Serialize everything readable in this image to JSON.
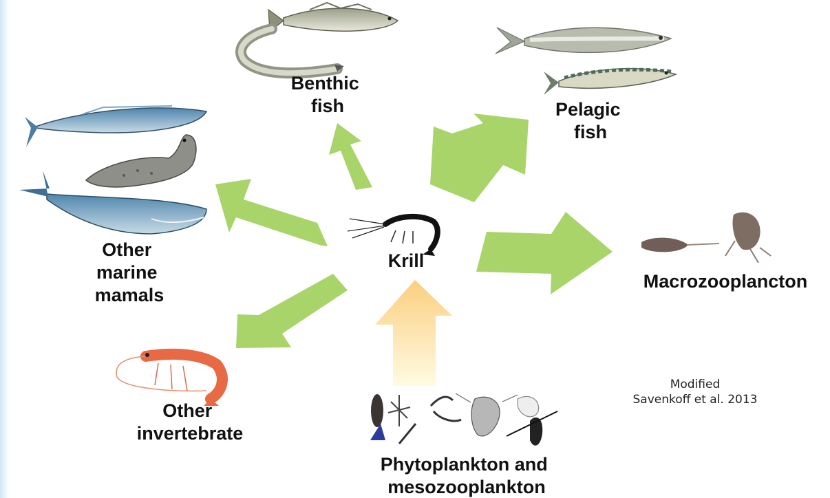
{
  "labels": {
    "benthic": [
      "Benthic",
      "fish"
    ],
    "pelagic": [
      "Pelagic",
      "fish"
    ],
    "mammals": [
      "Other",
      "marine",
      "mamals"
    ],
    "krill": "Krill",
    "macro": "Macrozooplancton",
    "invertebrate": [
      "Other",
      "invertebrate"
    ],
    "plankton": [
      "Phytoplankton and",
      "mesozooplankton"
    ]
  },
  "credit": [
    "Modified",
    "Savenkoff et al. 2013"
  ],
  "colors": {
    "arrow_green": "#a9d46a",
    "arrow_yellow_top": "#fbd083",
    "arrow_yellow_bottom": "#fff8d6",
    "label": "#111111"
  },
  "icons": [
    "cod-icon",
    "herring-icon",
    "mackerel-icon",
    "whale-icon",
    "seal-icon",
    "blue-whale-icon",
    "krill-icon",
    "shrimp-icon",
    "amphipod-icon",
    "plankton-icon"
  ]
}
